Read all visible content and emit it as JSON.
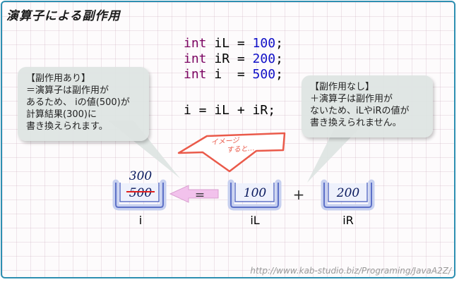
{
  "title": "演算子による副作用",
  "code": [
    {
      "kw": "int",
      "rest": " iL = ",
      "num": "100",
      "end": ";"
    },
    {
      "kw": "int",
      "rest": " iR = ",
      "num": "200",
      "end": ";"
    },
    {
      "kw": "int",
      "rest": " i  = ",
      "num": "500",
      "end": ";"
    }
  ],
  "expression": "i = iL + iR;",
  "left_bubble": {
    "lines": [
      "【副作用あり】",
      "＝演算子は副作用が",
      "あるため、 iの値(500)が",
      "計算結果(300)に",
      "書き換えられます。"
    ]
  },
  "right_bubble": {
    "lines": [
      "【副作用なし】",
      "＋演算子は副作用が",
      "ないため、iLやiRの値が",
      "書き換えられません。"
    ]
  },
  "arrow_text": [
    "イメージ",
    "すると…"
  ],
  "boxes": {
    "i": {
      "label": "i",
      "old_value": "500",
      "new_value": "300"
    },
    "iL": {
      "label": "iL",
      "value": "100"
    },
    "iR": {
      "label": "iR",
      "value": "200"
    }
  },
  "operators": {
    "assign": "=",
    "plus": "+"
  },
  "colors": {
    "frame": "#2d8fb1",
    "box": "#5d71c8",
    "box_fill": "#dbe2fb",
    "arrow_outline": "#ea5a4a",
    "assign_arrow": "#f2c2ec",
    "strike": "#e02020",
    "value_text": "#0a1a5e"
  },
  "url": "http://www.kab-studio.biz/Programing/JavaA2Z/"
}
